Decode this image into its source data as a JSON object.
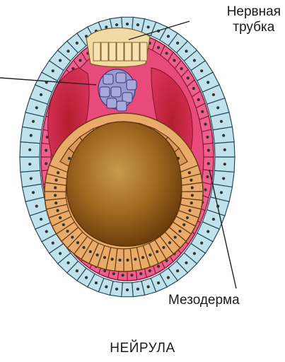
{
  "labels": {
    "neural_tube_line1": "Нервная",
    "neural_tube_line2": "трубка",
    "mesoderm": "Мезодерма"
  },
  "caption": "НЕЙРУЛА",
  "colors": {
    "ectoderm": "#bfe2ec",
    "ectoderm_stroke": "#2a4a5a",
    "mesoderm": "#e8457a",
    "mesoderm_inner": "#c0203a",
    "neural_plate": "#f2d9a0",
    "notochord": "#9a9ad0",
    "endoderm": "#e6a869",
    "yolk_light": "#c49a4a",
    "yolk_dark": "#7a4a12",
    "nucleus": "#333333",
    "line": "#222222"
  }
}
